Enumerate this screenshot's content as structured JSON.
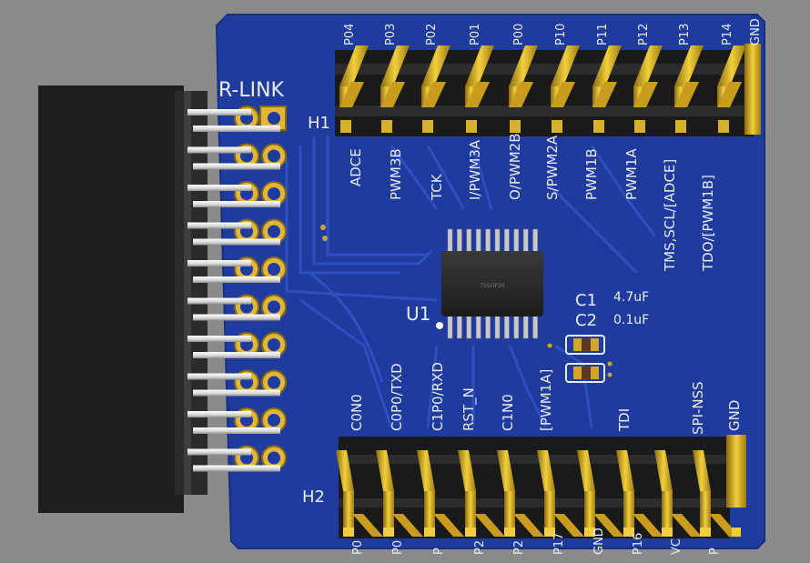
{
  "board": {
    "connector_label": "R-LINK",
    "h1_label": "H1",
    "h2_label": "H2",
    "u1_label": "U1",
    "chip_marking": "TSSOP20",
    "c1_label": "C1",
    "c1_value": "4.7uF",
    "c2_label": "C2",
    "c2_value": "0.1uF"
  },
  "h1_top_labels": [
    "P04",
    "P03",
    "P02",
    "P01",
    "P00",
    "P10",
    "P11",
    "P12",
    "P13",
    "P14",
    "GND"
  ],
  "h1_func_labels": [
    "ADCE",
    "PWM3B",
    "TCK",
    "I/PWM3A",
    "O/PWM2B",
    "S/PWM2A",
    "PWM1B",
    "PWM1A",
    "TMS,SCL/[ADCE]",
    "TDO/[PWM1B]"
  ],
  "h2_func_labels": [
    "C0N0",
    "C0P0/TXD",
    "C1P0/RXD",
    "RST_N",
    "C1N0",
    "[PWM1A]",
    "TDI",
    "SPI-NSS",
    "GND"
  ],
  "h2_bottom_labels": [
    "P0",
    "P0",
    "P",
    "P2",
    "P2",
    "P17",
    "GND",
    "P16",
    "VC",
    "P"
  ]
}
